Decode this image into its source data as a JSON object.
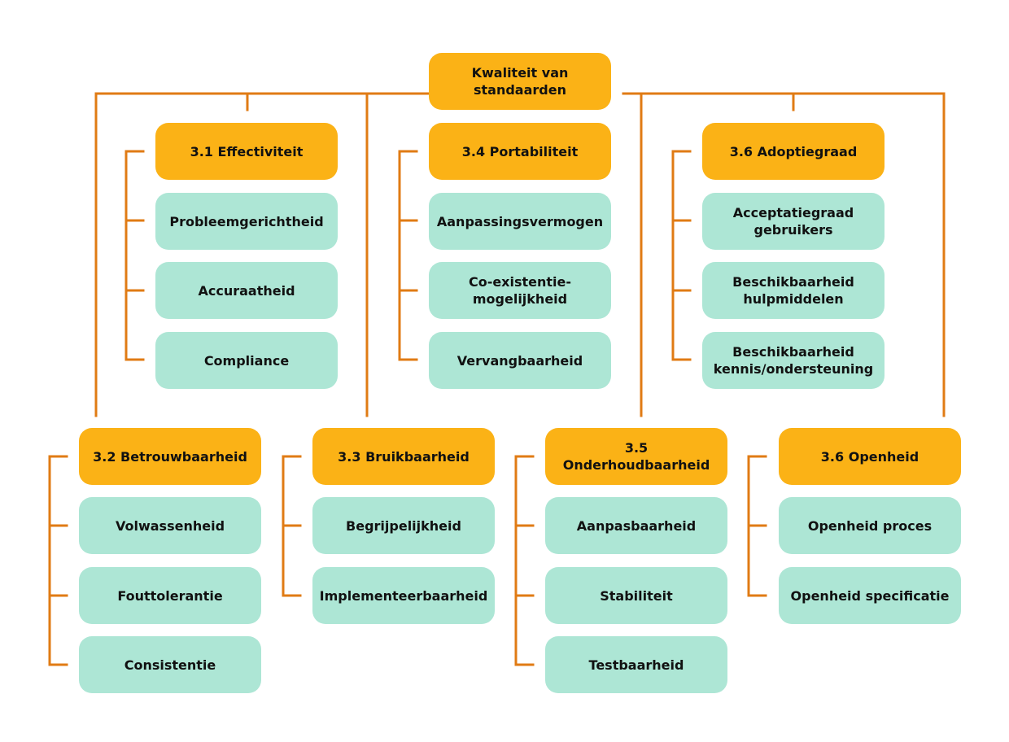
{
  "colors": {
    "category": "#fbb216",
    "subcategory": "#ade6d5",
    "connector": "#e07b14",
    "text": "#111111"
  },
  "root": {
    "label": "Kwaliteit van\nstandaarden"
  },
  "groups": [
    {
      "title": "3.1 Effectiviteit",
      "items": [
        "Probleemgerichtheid",
        "Accuraatheid",
        "Compliance"
      ]
    },
    {
      "title": "3.4 Portabiliteit",
      "items": [
        "Aanpassingsvermogen",
        "Co-existentie-\nmogelijkheid",
        "Vervangbaarheid"
      ]
    },
    {
      "title": "3.6 Adoptiegraad",
      "items": [
        "Acceptatiegraad\ngebruikers",
        "Beschikbaarheid\nhulpmiddelen",
        "Beschikbaarheid\nkennis/ondersteuning"
      ]
    },
    {
      "title": "3.2 Betrouwbaarheid",
      "items": [
        "Volwassenheid",
        "Fouttolerantie",
        "Consistentie"
      ]
    },
    {
      "title": "3.3 Bruikbaarheid",
      "items": [
        "Begrijpelijkheid",
        "Implementeerbaarheid"
      ]
    },
    {
      "title": "3.5 Onderhoudbaarheid",
      "items": [
        "Aanpasbaarheid",
        "Stabiliteit",
        "Testbaarheid"
      ]
    },
    {
      "title": "3.6 Openheid",
      "items": [
        "Openheid proces",
        "Openheid specificatie"
      ]
    }
  ]
}
